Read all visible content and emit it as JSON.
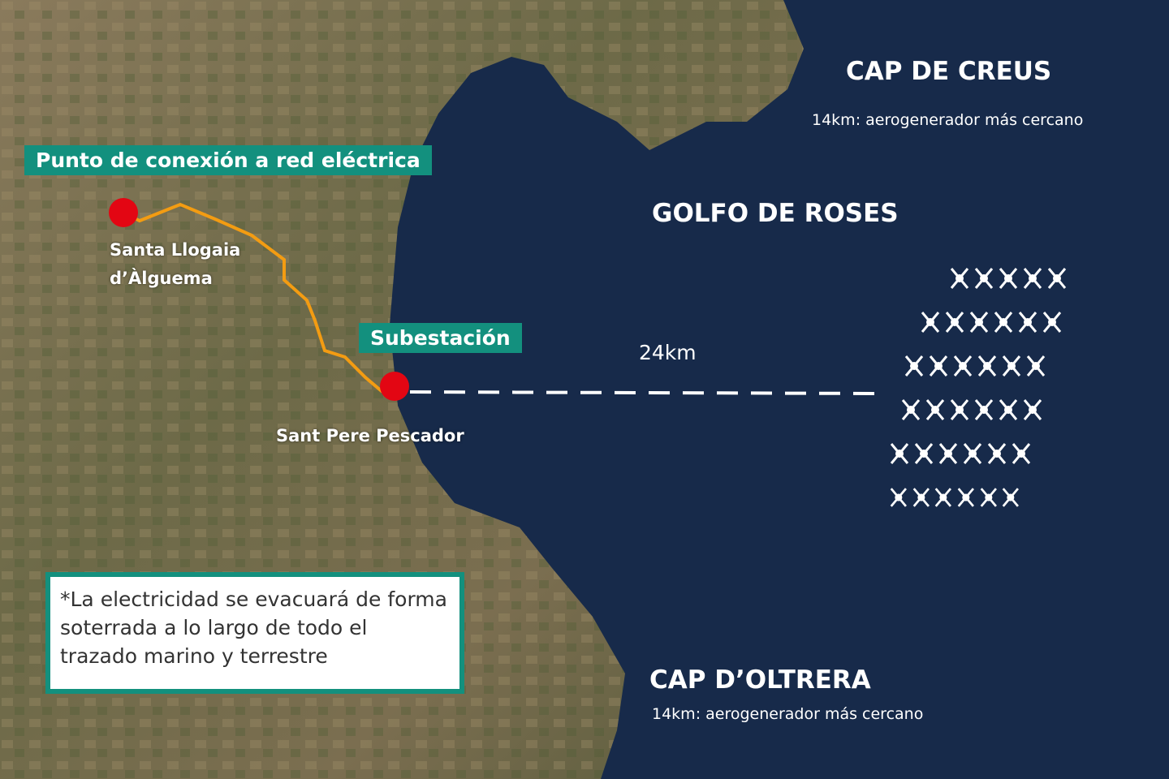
{
  "labels": {
    "cap_de_creus": "CAP DE CREUS",
    "cap_de_creus_note": "14km: aerogenerador más cercano",
    "golfo": "GOLFO DE ROSES",
    "cap_oltrera": "CAP D’OLTRERA",
    "cap_oltrera_note": "14km: aerogenerador más cercano",
    "distance": "24km",
    "connection_point": "Punto de conexión a red eléctrica",
    "substation": "Subestación",
    "santa_llogaia_1": "Santa Llogaia",
    "santa_llogaia_2": "d’Àlguema",
    "sant_pere": "Sant Pere Pescador",
    "footnote": "*La electricidad se evacuará de forma soterrada a lo largo de todo el trazado marino y terrestre"
  },
  "turbine_rows": [
    5,
    6,
    6,
    6,
    6,
    6
  ],
  "colors": {
    "sea": "#172a4a",
    "badge": "#13907e",
    "route": "#f39c12",
    "marker": "#e30613"
  }
}
